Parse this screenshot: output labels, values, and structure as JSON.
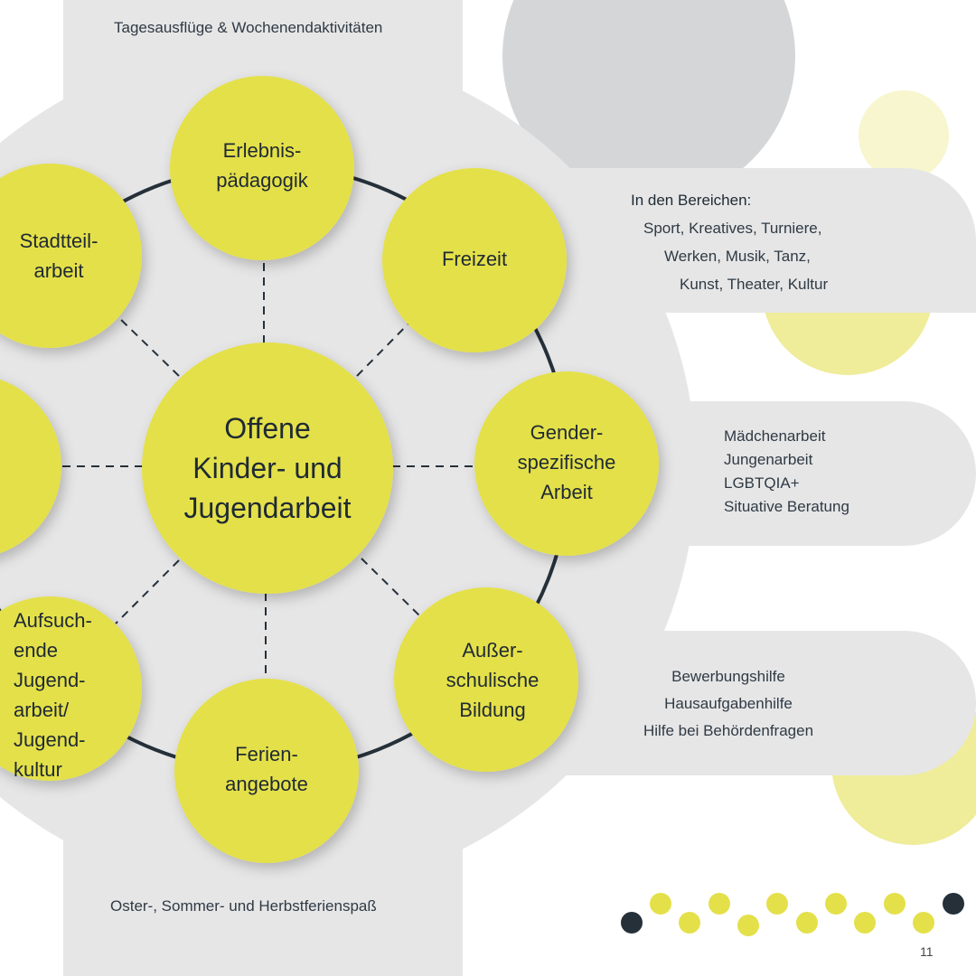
{
  "header_caption": "Tagesausflüge & Wochenendaktivitäten",
  "footer_caption": "Oster-, Sommer- und Herbstferienspaß",
  "center": {
    "lines": [
      "Offene",
      "Kinder- und",
      "Jugendarbeit"
    ]
  },
  "nodes": {
    "erlebnis": [
      "Erlebnis-",
      "pädagogik"
    ],
    "freizeit": [
      "Freizeit"
    ],
    "gender": [
      "Gender-",
      "spezifische",
      "Arbeit"
    ],
    "bildung": [
      "Außer-",
      "schulische",
      "Bildung"
    ],
    "ferien": [
      "Ferien-",
      "angebote"
    ],
    "aufsuchende": [
      "Aufsuch-",
      "ende",
      "Jugend-",
      "arbeit/",
      "Jugend-",
      "kultur"
    ],
    "stadtteil": [
      "Stadtteil-",
      "arbeit"
    ]
  },
  "panels": {
    "freizeit": [
      "In den Bereichen:",
      "Sport, Kreatives, Turniere,",
      "Werken, Musik, Tanz,",
      "Kunst, Theater, Kultur"
    ],
    "gender": [
      "Mädchenarbeit",
      "Jungenarbeit",
      "LGBTQIA+",
      "Situative Beratung"
    ],
    "bildung": [
      "Bewerbungshilfe",
      "Hausaufgabenhilfe",
      "Hilfe bei Behördenfragen"
    ]
  },
  "page_number": "11",
  "colors": {
    "yellow": "#e4e04a",
    "panel_gray": "#e6e6e7",
    "dark": "#253039",
    "deco_gray": "#d4d6d8",
    "light_yellow_1": "#f7f6cf",
    "light_yellow_2": "#efec9a"
  }
}
